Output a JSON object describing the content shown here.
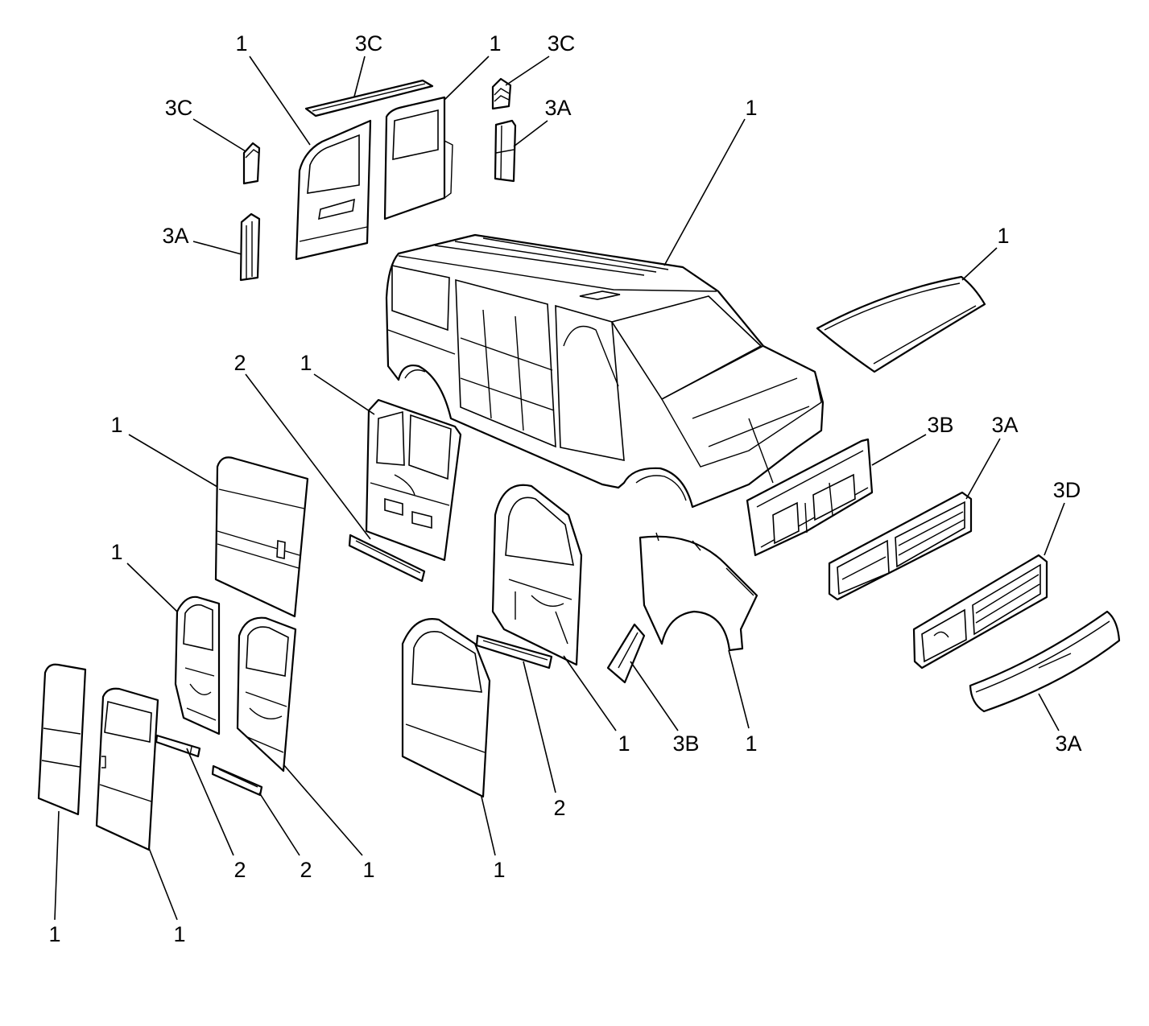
{
  "callouts": [
    {
      "label": "1"
    },
    {
      "label": "3C"
    },
    {
      "label": "1"
    },
    {
      "label": "3C"
    },
    {
      "label": "3C"
    },
    {
      "label": "3A"
    },
    {
      "label": "1"
    },
    {
      "label": "3A"
    },
    {
      "label": "1"
    },
    {
      "label": "2"
    },
    {
      "label": "1"
    },
    {
      "label": "1"
    },
    {
      "label": "3B"
    },
    {
      "label": "3A"
    },
    {
      "label": "3D"
    },
    {
      "label": "1"
    },
    {
      "label": "1"
    },
    {
      "label": "3B"
    },
    {
      "label": "1"
    },
    {
      "label": "3A"
    },
    {
      "label": "2"
    },
    {
      "label": "2"
    },
    {
      "label": "2"
    },
    {
      "label": "1"
    },
    {
      "label": "1"
    },
    {
      "label": "1"
    },
    {
      "label": "1"
    }
  ],
  "colors": {
    "line": "#000000",
    "background": "#ffffff"
  }
}
